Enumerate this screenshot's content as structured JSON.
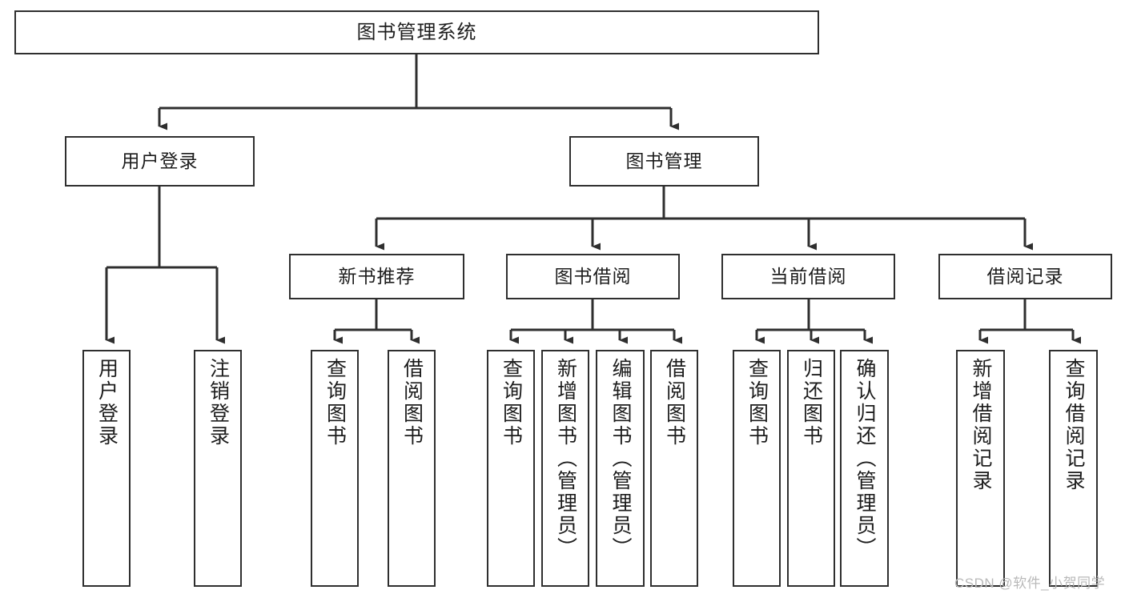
{
  "diagram": {
    "title": "图书管理系统",
    "type": "tree",
    "colors": {
      "stroke": "#2f2f2f",
      "box_fill": "#ffffff",
      "text": "#1d1d1d",
      "background": "#ffffff",
      "watermark": "#b9b9b9"
    },
    "nodes": {
      "root": {
        "label": "图书管理系统"
      },
      "level2": [
        {
          "label": "用户登录"
        },
        {
          "label": "图书管理"
        }
      ],
      "level3": [
        {
          "label": "新书推荐"
        },
        {
          "label": "图书借阅"
        },
        {
          "label": "当前借阅"
        },
        {
          "label": "借阅记录"
        }
      ],
      "leaves": {
        "user_login": [
          {
            "label": "用户登录"
          },
          {
            "label": "注销登录"
          }
        ],
        "new_book_recommend": [
          {
            "label": "查询图书"
          },
          {
            "label": "借阅图书"
          }
        ],
        "book_borrow": [
          {
            "label": "查询图书"
          },
          {
            "label": "新增图书（管理员）"
          },
          {
            "label": "编辑图书（管理员）"
          },
          {
            "label": "借阅图书"
          }
        ],
        "current_borrow": [
          {
            "label": "查询图书"
          },
          {
            "label": "归还图书"
          },
          {
            "label": "确认归还（管理员）"
          }
        ],
        "borrow_record": [
          {
            "label": "新增借阅记录"
          },
          {
            "label": "查询借阅记录"
          }
        ]
      }
    },
    "watermark": "CSDN @软件_小贺同学"
  }
}
